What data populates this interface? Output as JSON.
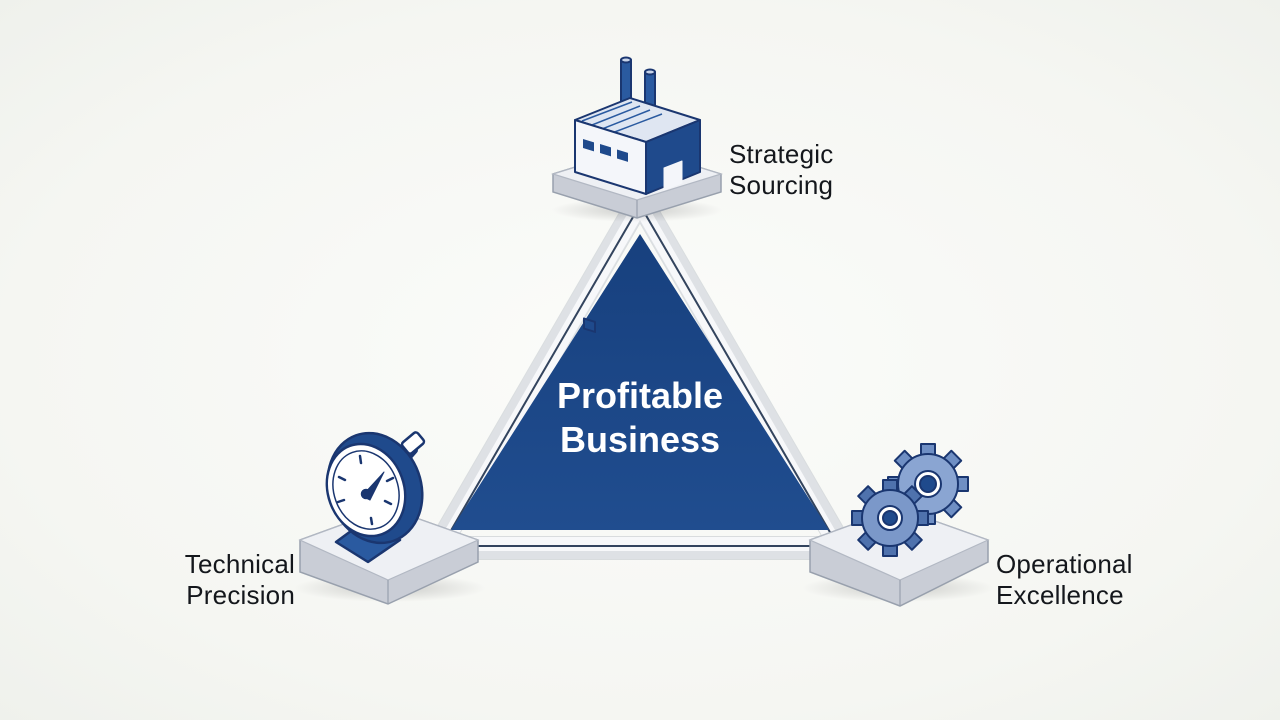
{
  "center": {
    "line1": "Profitable",
    "line2": "Business"
  },
  "nodes": {
    "sourcing": {
      "line1": "Strategic",
      "line2": "Sourcing",
      "icon": "factory-icon"
    },
    "precision": {
      "line1": "Technical",
      "line2": "Precision",
      "icon": "gauge-icon"
    },
    "excellence": {
      "line1": "Operational",
      "line2": "Excellence",
      "icon": "gears-icon"
    }
  },
  "colors": {
    "primary_navy": "#1d4888",
    "dark_navy": "#17376b",
    "platform_top": "#eef0f4",
    "platform_side": "#c9cdd6",
    "background": "#f7f8f5"
  }
}
